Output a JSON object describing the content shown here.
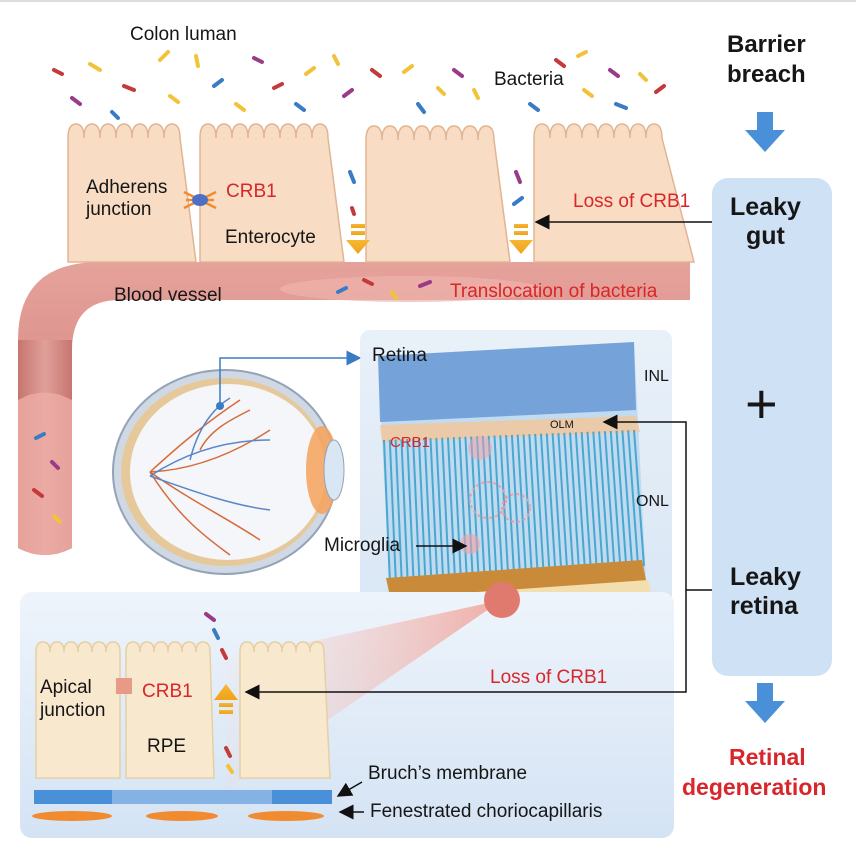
{
  "gut": {
    "colon_lumen": "Colon luman",
    "bacteria": "Bacteria",
    "adherens_junction_line1": "Adherens",
    "adherens_junction_line2": "junction",
    "crb1": "CRB1",
    "enterocyte": "Enterocyte",
    "loss_of_crb1": "Loss of CRB1",
    "blood_vessel": "Blood vessel",
    "translocation": "Translocation of bacteria"
  },
  "eye": {
    "retina": "Retina",
    "inl": "INL",
    "olm": "OLM",
    "crb1": "CRB1",
    "onl": "ONL",
    "microglia": "Microglia"
  },
  "rpe": {
    "apical_junction_line1": "Apical",
    "apical_junction_line2": "junction",
    "crb1": "CRB1",
    "rpe": "RPE",
    "loss_of_crb1": "Loss of CRB1",
    "bruchs": "Bruch’s membrane",
    "choriocapillaris": "Fenestrated choriocapillaris"
  },
  "flow": {
    "barrier_line1": "Barrier",
    "barrier_line2": "breach",
    "leaky_gut_line1": "Leaky",
    "leaky_gut_line2": "gut",
    "plus": "+",
    "leaky_retina_line1": "Leaky",
    "leaky_retina_line2": "retina",
    "degeneration_line1": "Retinal",
    "degeneration_line2": "degeneration"
  },
  "colors": {
    "cell_fill": "#f8dcc3",
    "vessel": "#d98d86",
    "panel": "#cfe1f5",
    "arrow_blue": "#4a90d9",
    "text_red": "#d8262a"
  }
}
